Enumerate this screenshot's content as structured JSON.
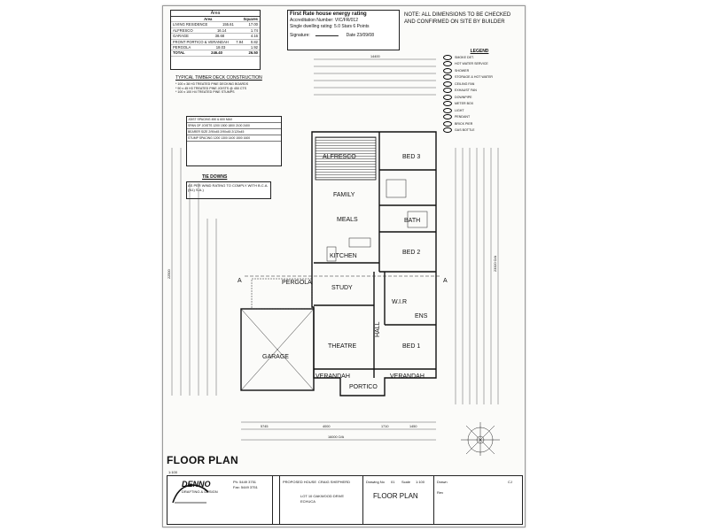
{
  "area_table": {
    "title": "Area",
    "headers": [
      "",
      "Area",
      "Squares"
    ],
    "rows": [
      [
        "LIVING RESIDENCE",
        "155.61",
        "17.00"
      ],
      [
        "ALFRESCO",
        "16.14",
        "1.74"
      ],
      [
        "GARAGE",
        "38.68",
        "4.16"
      ],
      [
        "FRONT PORTICO & VERANDAH",
        "7.94",
        "0.82"
      ],
      [
        "PERGOLA",
        "18.03",
        "1.92"
      ],
      [
        "TOTAL",
        "246.40",
        "26.50"
      ]
    ]
  },
  "rating": {
    "title": "First Rate house energy rating",
    "accreditation": "Accreditation Number: VIC/FR/012",
    "rating_line": "Single dwelling rating: 5.0 Stars  6 Points",
    "signature_label": "Signature:",
    "date": "Date 23/09/08"
  },
  "note": "NOTE: ALL DIMENSIONS TO BE CHECKED AND CONFIRMED ON SITE BY BUILDER",
  "decking": {
    "title": "TYPICAL TIMBER DECK CONSTRUCTION",
    "lines": [
      "* 100 x 38 H3 TREATED PINE DECKING BOARDS",
      "* 90 x 45 H3 TREATED PINE JOISTS @ 450 CTS",
      "* 100 x 100 H4 TREATED PINE STUMPS"
    ],
    "span_rows": [
      "JOIST SPACING 450 & 600 MAX",
      "SPAN OF JOISTS  1200  1500  1800  2100  2400",
      "BEARER SIZE  2/90x45  2/90x45  2/120x45",
      "STUMP SPACING  1200  1300  1400  1500  1600"
    ]
  },
  "tie_downs": {
    "title": "TIE DOWNS",
    "text": "AS PER WIND RATING TO COMPLY WITH B.C.A. (N1) S.A.)"
  },
  "legend": {
    "title": "LEGEND",
    "items": [
      "SMOKE DET.",
      "HOT WATER SERVICE",
      "SHOWER",
      "STORAGE & HOT WATER",
      "CEILING FAN",
      "EXHAUST FAN",
      "DOWNPIPE",
      "METER BOX",
      "LIGHT",
      "PENDANT",
      "BRICK PIER",
      "GAS BOTTLE"
    ]
  },
  "rooms": {
    "alfresco": "ALFRESCO",
    "family": "FAMILY",
    "meals": "MEALS",
    "kitchen": "KITCHEN",
    "bed3": "BED 3",
    "bed2": "BED 2",
    "bed1": "BED 1",
    "bath": "BATH",
    "study": "STUDY",
    "theatre": "THEATRE",
    "garage": "GARAGE",
    "pergola": "PERGOLA",
    "verandah_left": "VERANDAH",
    "verandah_right": "VERANDAH",
    "portico": "PORTICO",
    "hall": "HALL",
    "wir": "W.I.R",
    "ens": "ENS"
  },
  "section_marks": [
    "A",
    "A"
  ],
  "dims": {
    "top_overall": "14400",
    "bottom_overall": "16000 O/A",
    "bottom_row": [
      "5745",
      "4000",
      "1710",
      "1450"
    ],
    "right_overall": "23320 O/A",
    "left_overall": "22500"
  },
  "title_block": {
    "heading": "FLOOR PLAN",
    "scale": "1:100",
    "company": "DENNO",
    "company_sub": "DRAFTING & DESIGN",
    "phone": "Ph: 5449 3751",
    "fax": "Fax: 5449 3751",
    "client_label": "PROPOSED HOUSE",
    "client": "CRAIG SHEPHERD",
    "address": "LOT 10 OAKWOOD DRIVE",
    "town": "ECHUCA",
    "sheet_title": "FLOOR PLAN",
    "drawing_no_label": "Drawing No",
    "drawing_no": "01",
    "scale_label": "Scale",
    "drawn_label": "Drawn",
    "drawn": "CJ",
    "rev_label": "Rev"
  },
  "colors": {
    "paper": "#fbfbf9",
    "ink": "#111111",
    "hatch": "#555555"
  }
}
